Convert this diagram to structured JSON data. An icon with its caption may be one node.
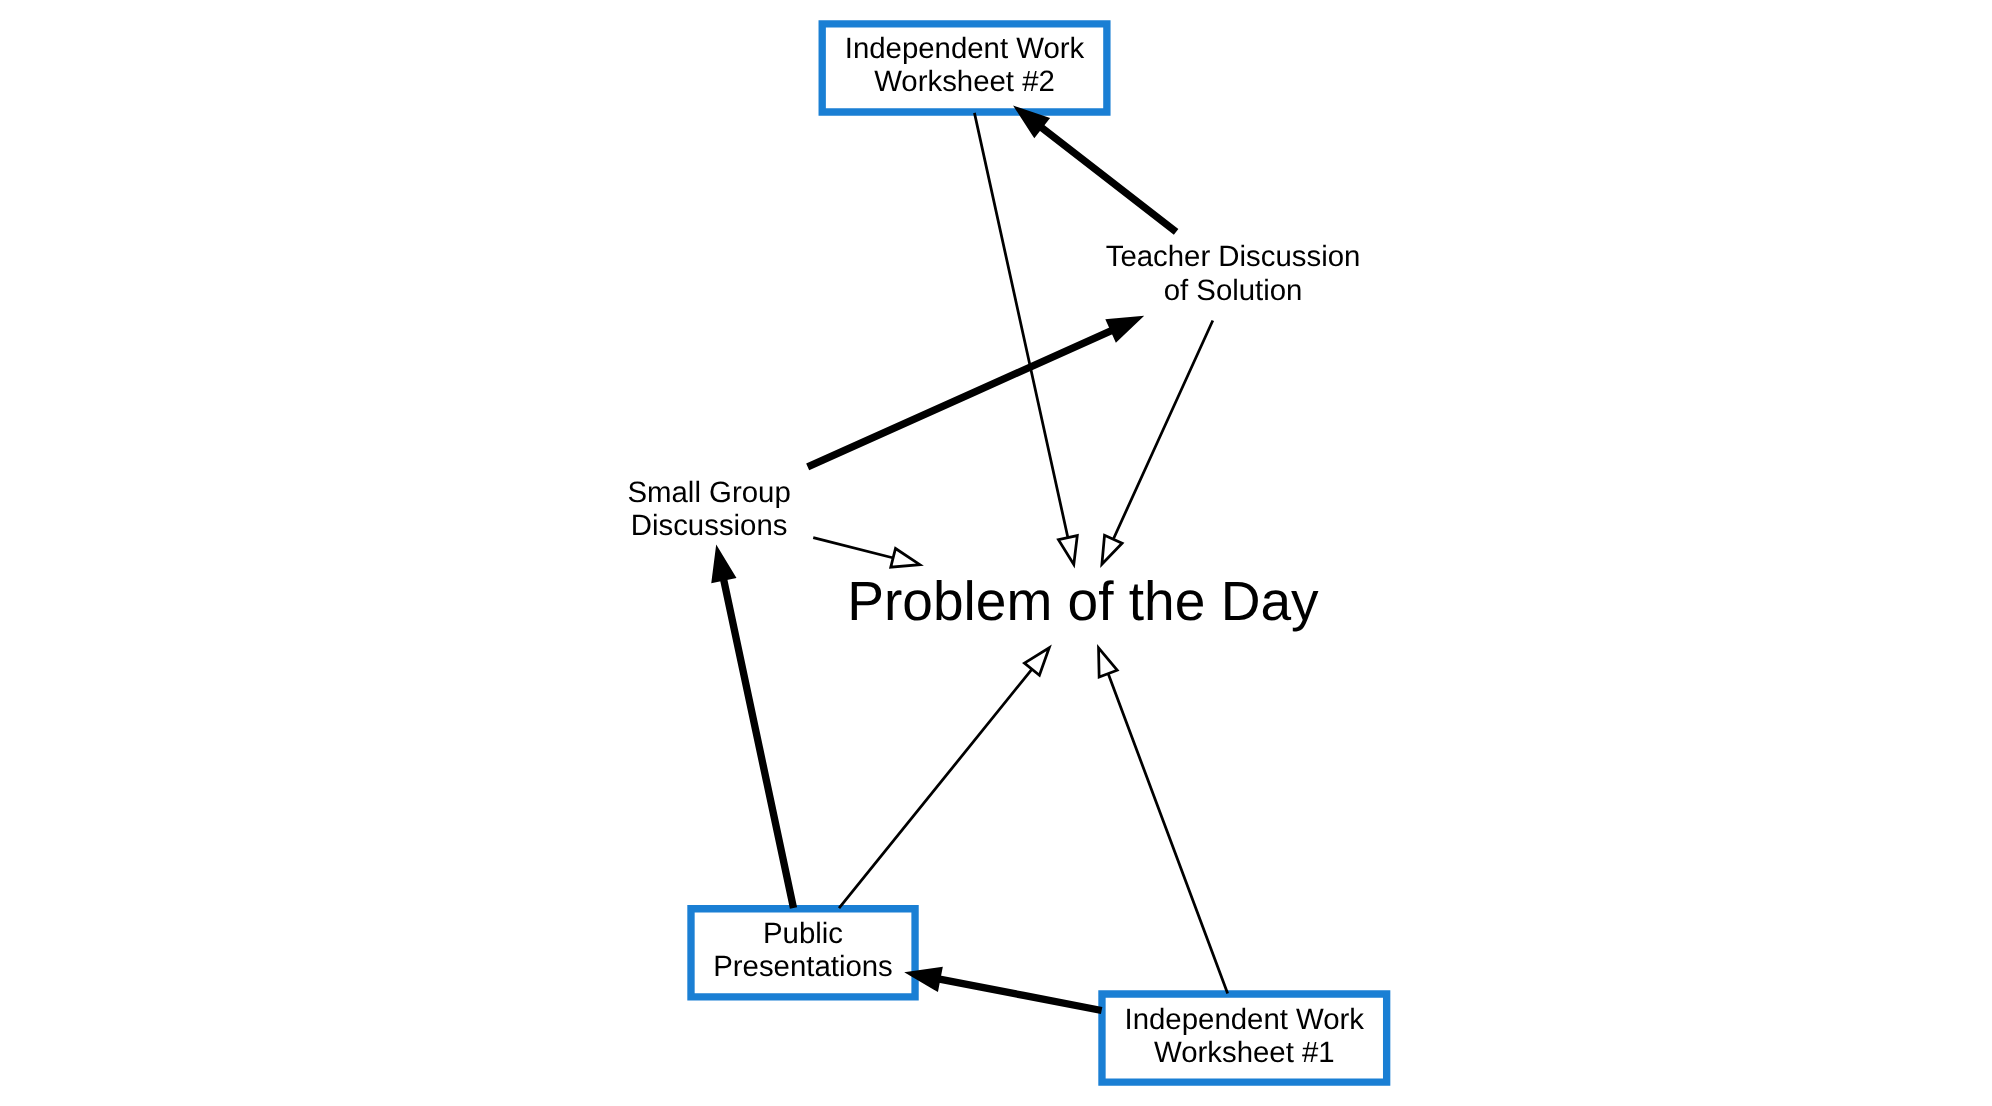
{
  "diagram": {
    "nodes": [
      {
        "text": [
          "Problem of the Day"
        ]
      },
      {
        "text": [
          "Independent Work Worksheet #1"
        ]
      },
      {
        "text": [
          "Public Presentations"
        ]
      },
      {
        "text": [
          "Small Group Discussions"
        ]
      },
      {
        "text": [
          "Teacher Discussion of Solution"
        ]
      },
      {
        "text": [
          "Independent Work Worksheet #2"
        ]
      }
    ],
    "edges": [
      {
        "from": 1,
        "to": 2,
        "arrow": "to",
        "style": "thick"
      },
      {
        "from": 2,
        "to": 3,
        "arrow": "to",
        "style": "thick"
      },
      {
        "from": 3,
        "to": 4,
        "arrow": "to",
        "style": "thick"
      },
      {
        "from": 4,
        "to": 5,
        "arrow": "to",
        "style": "thick"
      },
      {
        "from": 5,
        "to": 0,
        "arrow": "to"
      },
      {
        "from": 1,
        "to": 0,
        "arrow": "to"
      },
      {
        "from": 2,
        "to": 0,
        "arrow": "to"
      },
      {
        "from": 3,
        "to": 0,
        "arrow": "to"
      },
      {
        "from": 4,
        "to": 0,
        "arrow": "to"
      }
    ]
  }
}
